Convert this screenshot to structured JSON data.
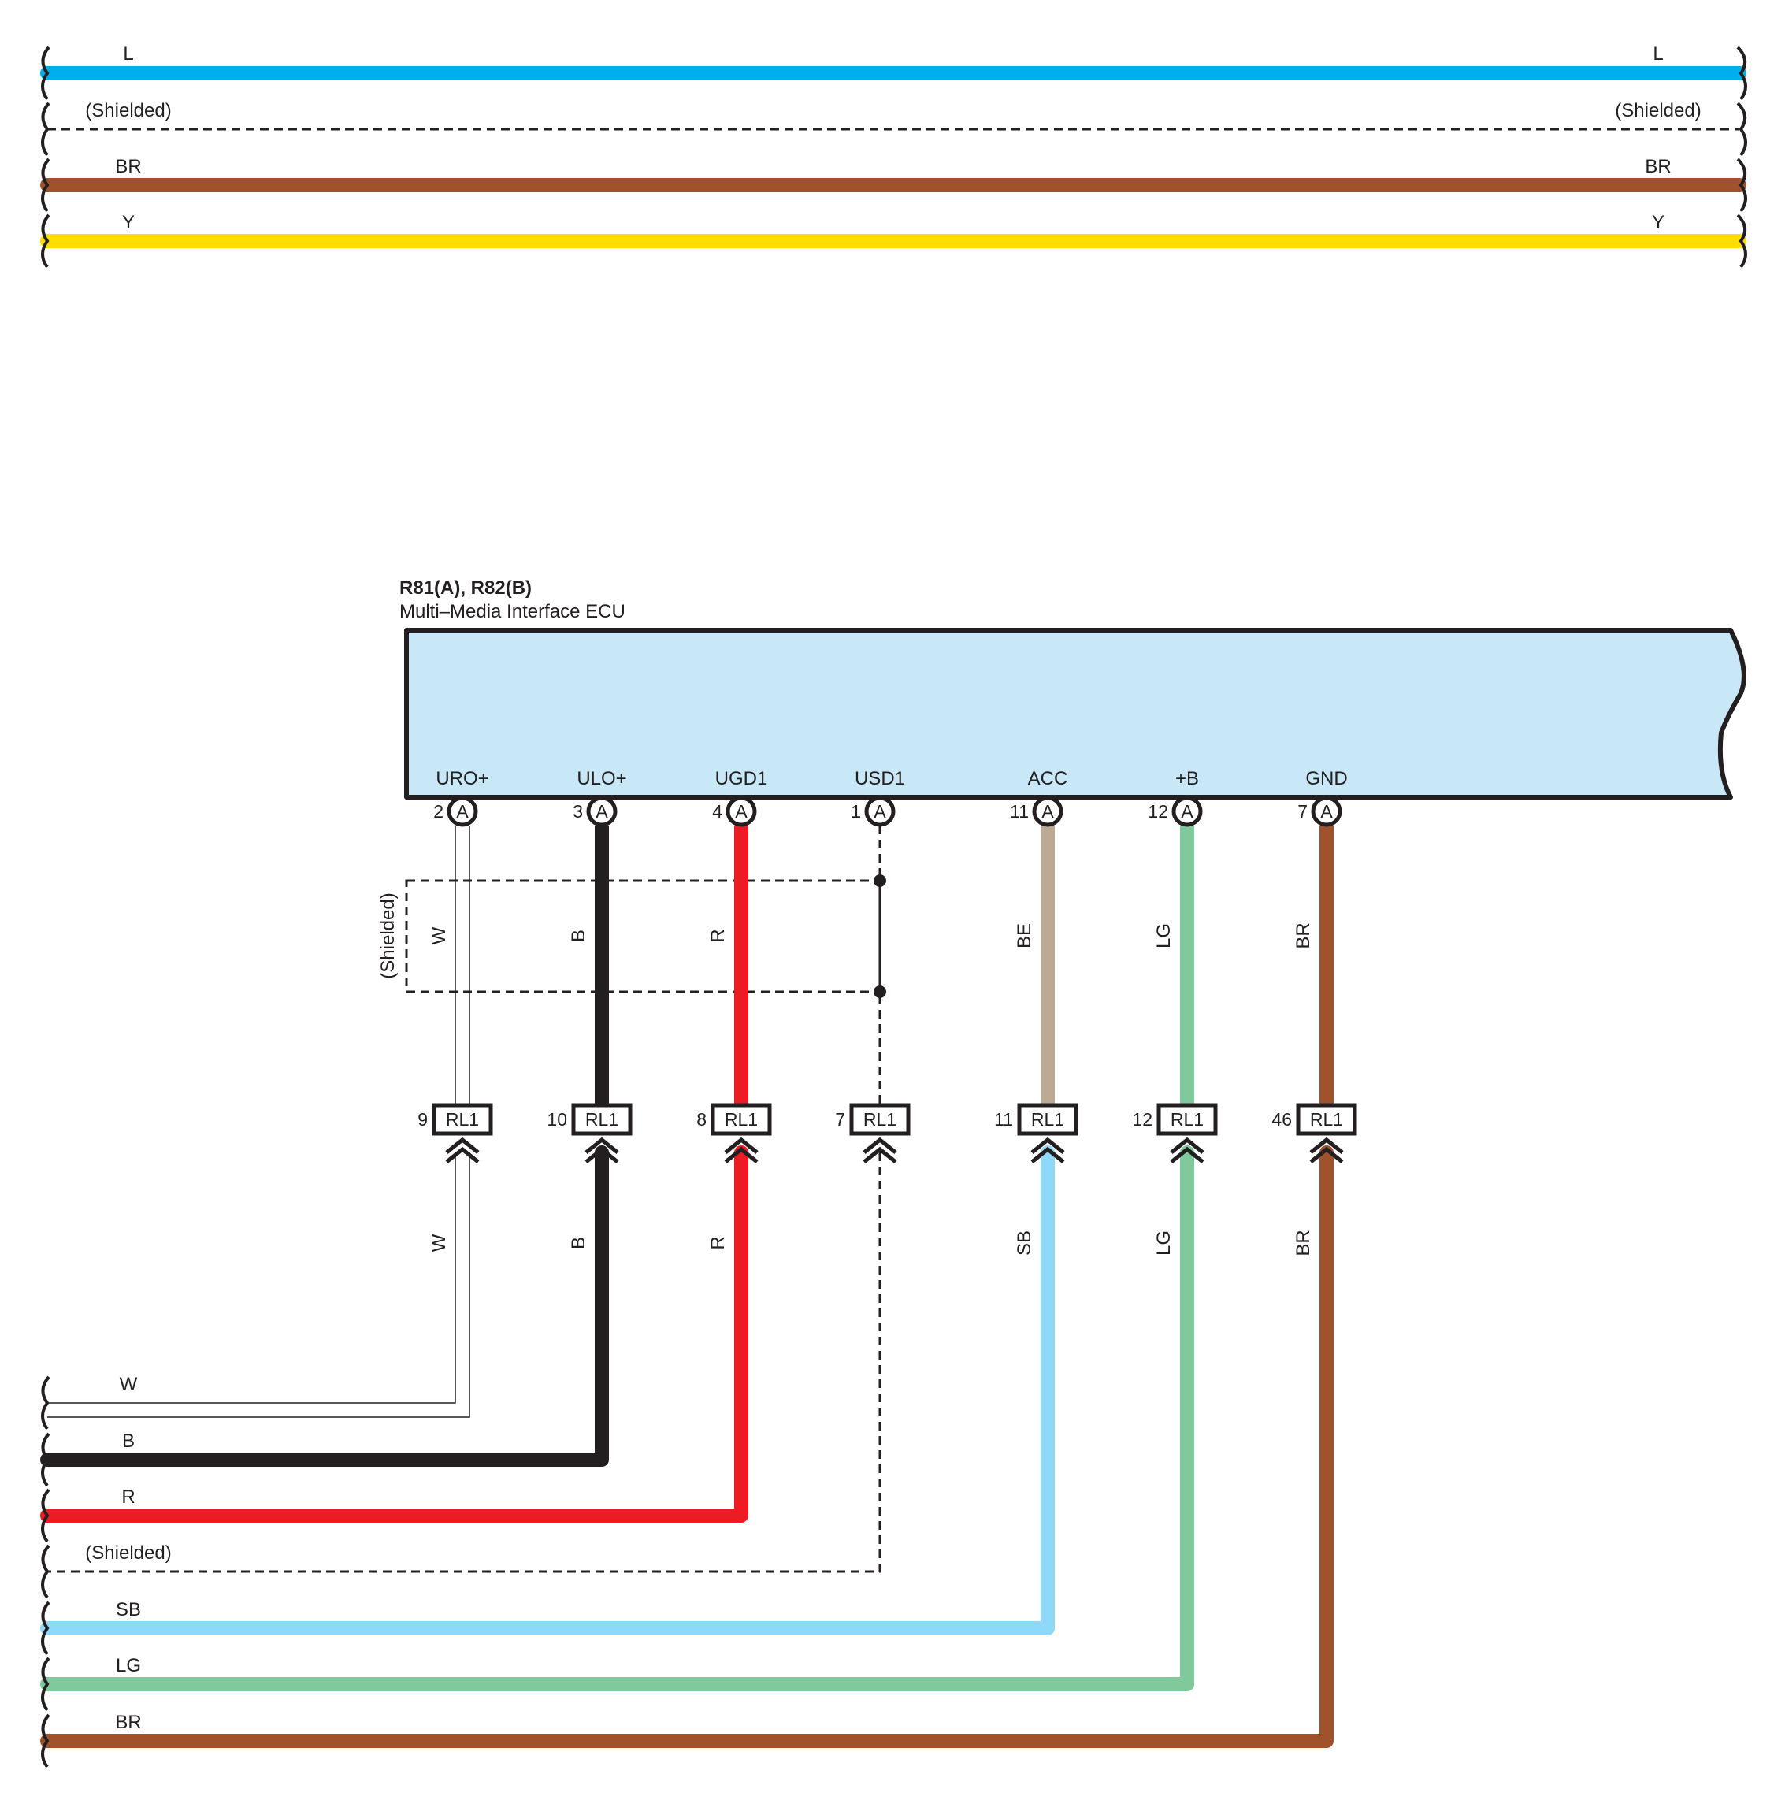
{
  "top_harness": {
    "wires": [
      {
        "name": "L",
        "color": "#00aeef"
      },
      {
        "name": "(Shielded)",
        "color": "#231f20",
        "dashed": true
      },
      {
        "name": "BR",
        "color": "#a0522d"
      },
      {
        "name": "Y",
        "color": "#ffdd00"
      }
    ]
  },
  "ecu": {
    "title": "R81(A), R82(B)",
    "subtitle": "Multi–Media Interface ECU",
    "fill": "#c8e8f8",
    "terminals": [
      {
        "name": "URO+",
        "pin": "2",
        "conn": "A",
        "wire_top": "W",
        "rl_pin": "9",
        "rl": "RL1",
        "wire_bottom": "W",
        "bus_label": "W",
        "top_color": "#ffffff",
        "bottom_color": "#ffffff",
        "style": "white"
      },
      {
        "name": "ULO+",
        "pin": "3",
        "conn": "A",
        "wire_top": "B",
        "rl_pin": "10",
        "rl": "RL1",
        "wire_bottom": "B",
        "bus_label": "B",
        "top_color": "#231f20",
        "bottom_color": "#231f20",
        "style": "solid"
      },
      {
        "name": "UGD1",
        "pin": "4",
        "conn": "A",
        "wire_top": "R",
        "rl_pin": "8",
        "rl": "RL1",
        "wire_bottom": "R",
        "bus_label": "R",
        "top_color": "#ed1c24",
        "bottom_color": "#ed1c24",
        "style": "solid"
      },
      {
        "name": "USD1",
        "pin": "1",
        "conn": "A",
        "wire_top": "",
        "rl_pin": "7",
        "rl": "RL1",
        "wire_bottom": "",
        "bus_label": "(Shielded)",
        "top_color": "#231f20",
        "bottom_color": "#231f20",
        "style": "dashed"
      },
      {
        "name": "ACC",
        "pin": "11",
        "conn": "A",
        "wire_top": "BE",
        "rl_pin": "11",
        "rl": "RL1",
        "wire_bottom": "SB",
        "bus_label": "SB",
        "top_color": "#bcaa94",
        "bottom_color": "#8ed8f8",
        "style": "solid"
      },
      {
        "name": "+B",
        "pin": "12",
        "conn": "A",
        "wire_top": "LG",
        "rl_pin": "12",
        "rl": "RL1",
        "wire_bottom": "LG",
        "bus_label": "LG",
        "top_color": "#7fc99c",
        "bottom_color": "#7fc99c",
        "style": "solid"
      },
      {
        "name": "GND",
        "pin": "7",
        "conn": "A",
        "wire_top": "BR",
        "rl_pin": "46",
        "rl": "RL1",
        "wire_bottom": "BR",
        "bus_label": "BR",
        "top_color": "#a0522d",
        "bottom_color": "#a0522d",
        "style": "solid"
      }
    ],
    "shield_label": "(Shielded)"
  }
}
